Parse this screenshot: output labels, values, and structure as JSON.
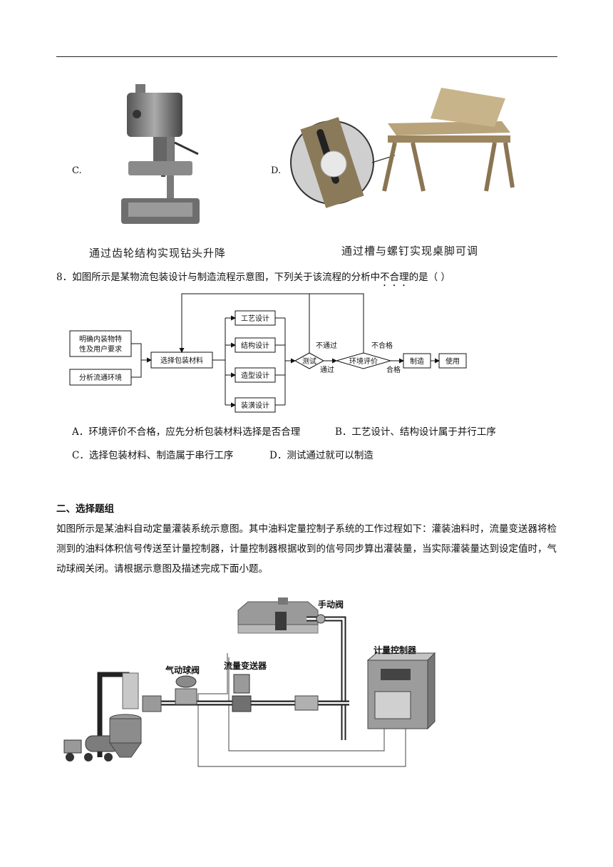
{
  "q7_options": {
    "c_label": "C.",
    "c_caption": "通过齿轮结构实现钻头升降",
    "d_label": "D.",
    "d_caption": "通过槽与螺钉实现桌脚可调"
  },
  "q8": {
    "stem_before": "8．如图所示是某物流包装设计与制造流程示意图，下列关于该流程的分析中",
    "stem_emph": "不合理",
    "stem_after": "的是（    ）",
    "flow": {
      "box_requirements": "明确内装物特性及用户要求",
      "box_requirements_l1": "明确内装物特",
      "box_requirements_l2": "性及用户要求",
      "box_env": "分析流通环境",
      "box_material": "选择包装材料",
      "box_craft": "工艺设计",
      "box_structure": "结构设计",
      "box_shape": "造型设计",
      "box_decor": "装潢设计",
      "dia_test": "测试",
      "dia_eval": "环境评价",
      "box_make": "制造",
      "box_use": "使用",
      "lbl_fail": "不通过",
      "lbl_pass": "通过",
      "lbl_unqualified": "不合格",
      "lbl_qualified": "合格"
    },
    "options": {
      "a": "A．环境评价不合格，应先分析包装材料选择是否合理",
      "b": "B．工艺设计、结构设计属于并行工序",
      "c": "C．选择包装材料、制造属于串行工序",
      "d": "D．测试通过就可以制造"
    }
  },
  "section2": {
    "heading": "二、选择题组",
    "intro": "如图所示是某油料自动定量灌装系统示意图。其中油料定量控制子系统的工作过程如下：灌装油料时，流量变送器将检测到的油料体积信号传送至计量控制器，计量控制器根据收到的信号同步算出灌装量，当实际灌装量达到设定值时，气动球阀关闭。请根据示意图及描述完成下面小题。",
    "labels": {
      "manual_valve": "手动阀",
      "meter_controller": "计量控制器",
      "flow_transmitter": "流量变送器",
      "pneumatic_valve": "气动球阀"
    }
  }
}
